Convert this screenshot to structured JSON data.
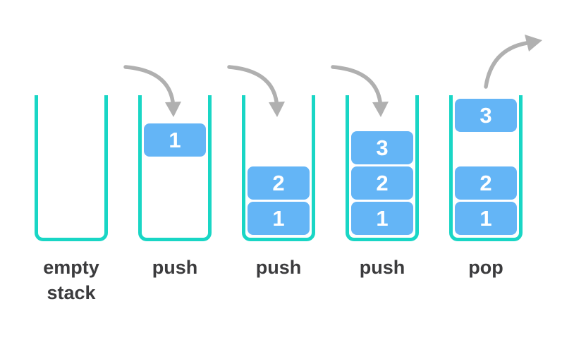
{
  "diagram": {
    "name": "stack push pop diagram",
    "colors": {
      "container_stroke": "#19d6c5",
      "box_fill": "#64b5f6",
      "box_text": "#ffffff",
      "arrow": "#b0b0b0",
      "label_text": "#3b3b3d",
      "background": "#ffffff"
    },
    "stages": [
      {
        "label": "empty stack",
        "arrow": "none",
        "boxes": []
      },
      {
        "label": "push",
        "arrow": "push-in",
        "boxes": [
          {
            "value": "1"
          }
        ]
      },
      {
        "label": "push",
        "arrow": "push-in",
        "boxes": [
          {
            "value": "2"
          },
          {
            "value": "1"
          }
        ]
      },
      {
        "label": "push",
        "arrow": "push-in",
        "boxes": [
          {
            "value": "3"
          },
          {
            "value": "2"
          },
          {
            "value": "1"
          }
        ]
      },
      {
        "label": "pop",
        "arrow": "pop-out",
        "boxes": [
          {
            "value": "3"
          },
          {
            "value": "2"
          },
          {
            "value": "1"
          }
        ]
      }
    ]
  }
}
